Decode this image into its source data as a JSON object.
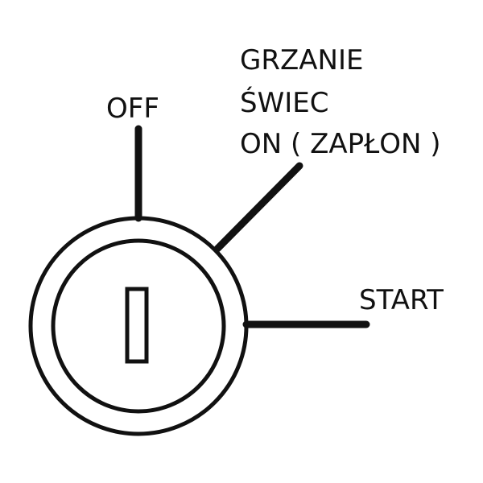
{
  "labels": {
    "off": "OFF",
    "glow_line1": "GRZANIE",
    "glow_line2": "ŚWIEC",
    "on": "ON ( ZAPŁON )",
    "start": "START"
  },
  "colors": {
    "ink": "#111111",
    "background": "#ffffff"
  }
}
